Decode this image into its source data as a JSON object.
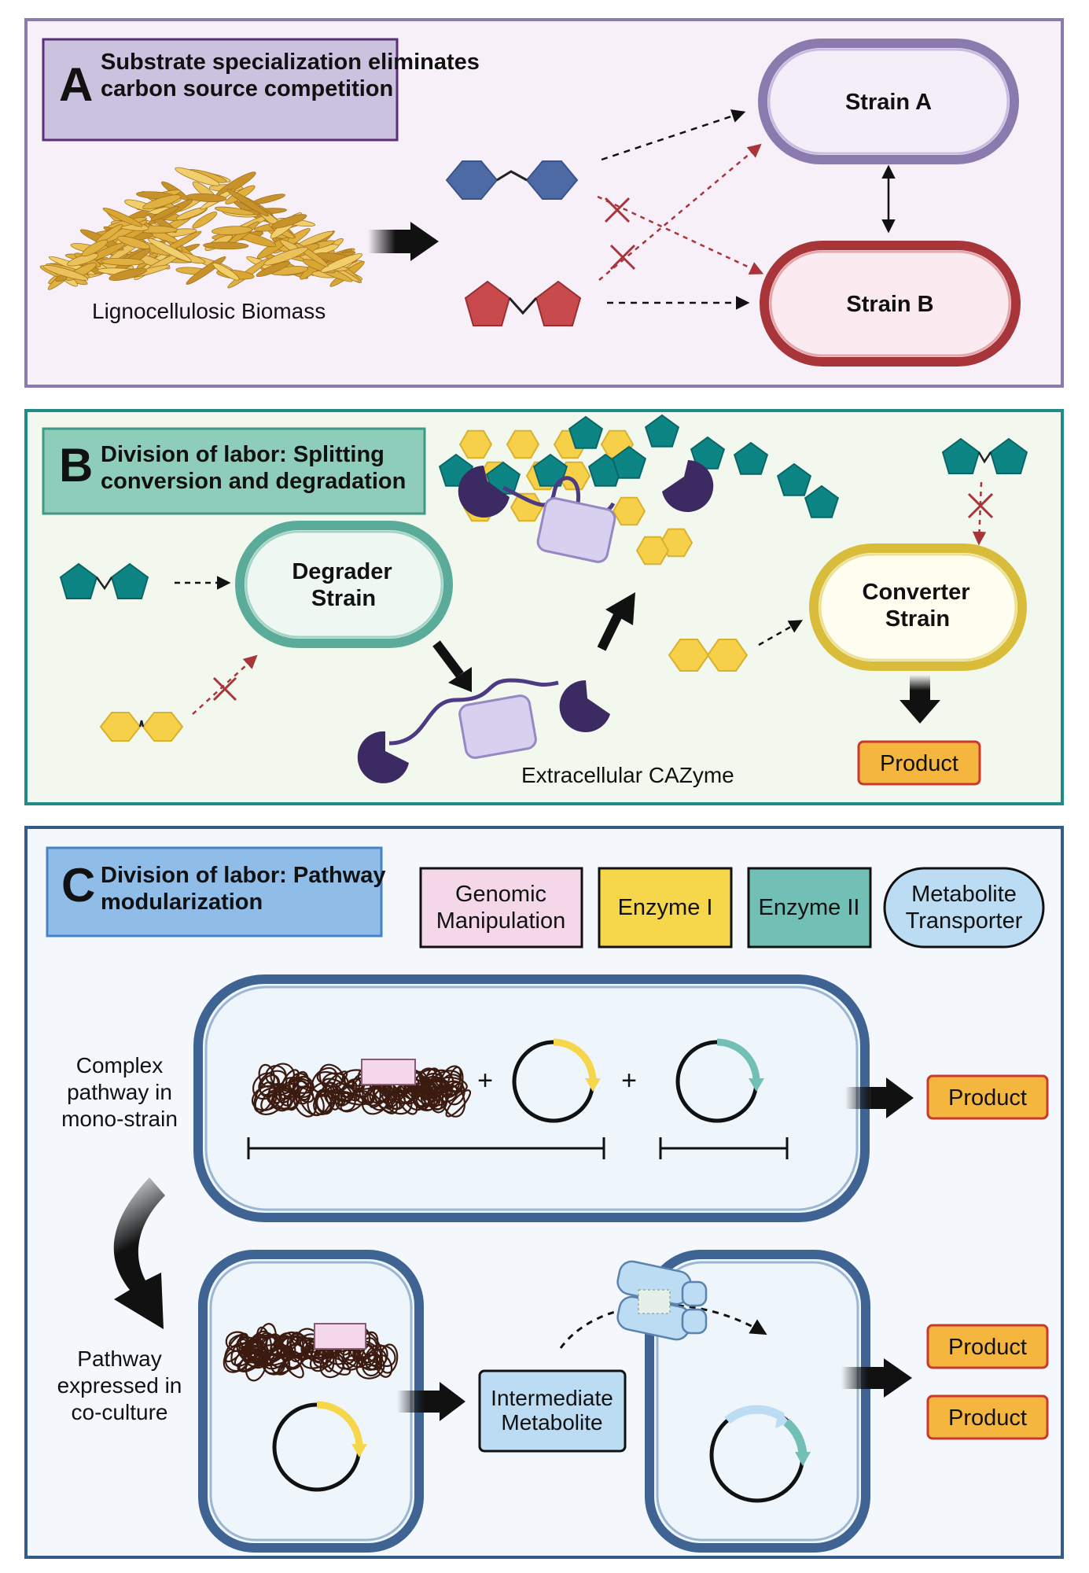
{
  "panel_a": {
    "letter": "A",
    "title_line1": "Substrate specialization eliminates",
    "title_line2": "carbon source competition",
    "biomass_label": "Lignocellulosic Biomass",
    "strain_a": "Strain A",
    "strain_b": "Strain B"
  },
  "panel_b": {
    "letter": "B",
    "title_line1": "Division of labor: Splitting",
    "title_line2": "conversion and degradation",
    "degrader_line1": "Degrader",
    "degrader_line2": "Strain",
    "converter_line1": "Converter",
    "converter_line2": "Strain",
    "product": "Product",
    "cazyme_label": "Extracellular CAZyme"
  },
  "panel_c": {
    "letter": "C",
    "title_line1": "Division of labor: Pathway",
    "title_line2": "modularization",
    "legend": [
      {
        "line1": "Genomic",
        "line2": "Manipulation",
        "color": "#f4d7e8"
      },
      {
        "line1": "Enzyme I",
        "line2": "",
        "color": "#f6d64b"
      },
      {
        "line1": "Enzyme II",
        "line2": "",
        "color": "#72bfb5"
      },
      {
        "line1": "Metabolite",
        "line2": "Transporter",
        "color": "#bcdcf3"
      }
    ],
    "mono_line1": "Complex",
    "mono_line2": "pathway in",
    "mono_line3": "mono-strain",
    "co_line1": "Pathway",
    "co_line2": "expressed in",
    "co_line3": "co-culture",
    "plus": "+",
    "product_mono": "Product",
    "product_co_1": "Product",
    "product_co_2": "Product",
    "intermediate_line1": "Intermediate",
    "intermediate_line2": "Metabolite"
  },
  "colors": {
    "panel_a_border": "#8b7aad",
    "panel_b_border": "#1f8a88",
    "panel_c_border": "#345a8a",
    "xylose_blue": "#4d6aa5",
    "red_sugar": "#c84a4d",
    "teal_sugar": "#0e8585",
    "yellow_sugar": "#f5d048",
    "enzyme_purple": "#3c2a63",
    "product_orange": "#f4b63f"
  }
}
